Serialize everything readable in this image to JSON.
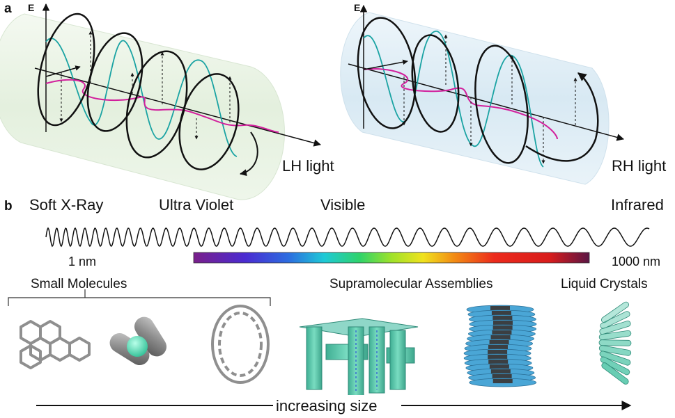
{
  "panel_a": {
    "label": "a",
    "axis_label": "E",
    "lh_label": "LH light",
    "rh_label": "RH light"
  },
  "panel_b": {
    "label": "b",
    "spectrum": {
      "regions": [
        "Soft X-Ray",
        "Ultra Violet",
        "Visible",
        "Infrared"
      ],
      "min_label": "1 nm",
      "max_label": "1000 nm"
    },
    "categories": {
      "small": "Small Molecules",
      "supra": "Supramolecular Assemblies",
      "lc": "Liquid Crystals"
    },
    "size_arrow_label": "increasing size"
  },
  "colors": {
    "helix": "#111111",
    "wave": "#1aa3a3",
    "projection": "#d21f9c",
    "cyl_left": "#e9f3e4",
    "cyl_right": "#deedf5",
    "teal_block": "#5cc9ad",
    "blue_disk": "#4aa6d6",
    "dark_disk": "#3b3f42",
    "grey": "#9a9a9a"
  }
}
